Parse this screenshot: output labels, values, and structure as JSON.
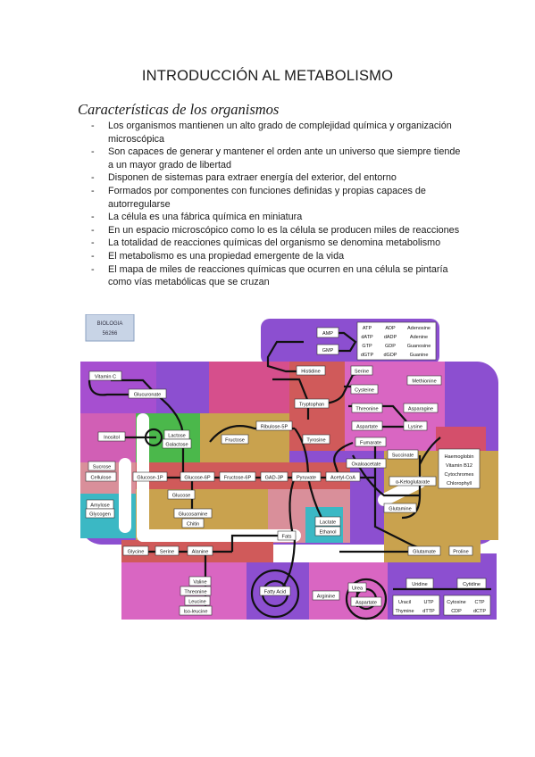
{
  "title": "INTRODUCCIÓN AL METABOLISMO",
  "section_heading": "Características de los organismos",
  "bullets": [
    "Los organismos mantienen un alto grado de complejidad química y organización microscópica",
    "Son capaces de generar y mantener el orden ante un universo que siempre tiende a un mayor grado de libertad",
    "Disponen de sistemas para extraer energía del exterior, del entorno",
    "Formados por componentes con funciones definidas y propias capaces de autorregularse",
    "La célula es una fábrica química en miniatura",
    "En un espacio microscópico como lo es la célula se producen miles de reacciones",
    "La totalidad de reacciones químicas del organismo se denomina metabolismo",
    "El metabolismo es una propiedad emergente de la vida",
    "El mapa de miles de reacciones químicas que ocurren en una célula se pintaría como vías metabólicas que se cruzan"
  ],
  "metabolic_map": {
    "stamp": {
      "line1": "BIOLOGIA",
      "line2": "56266"
    },
    "nucleotides": {
      "amp": "AMP",
      "gmp": "GMP",
      "table": [
        [
          "ATP",
          "ADP",
          "Adenosine"
        ],
        [
          "dATP",
          "dADP",
          "Adenine"
        ],
        [
          "GTP",
          "GDP",
          "Guanosine"
        ],
        [
          "dGTP",
          "dGDP",
          "Guanine"
        ]
      ]
    },
    "nodes": {
      "vitamin_c": "Vitamin C",
      "glucuronate": "Glucuronate",
      "inositol": "Inositol",
      "lactose": "Lactose",
      "galactose": "Galactose",
      "fructose": "Fructose",
      "ribulose_5p": "Ribulose-5P",
      "histidine": "Histidine",
      "tryptophan": "Tryptophan",
      "tyrosine": "Tyrosine",
      "serine_top": "Serine",
      "methionine": "Methionine",
      "cysteine": "Cysteine",
      "threonine_top": "Threonine",
      "asparagine": "Asparagine",
      "aspartate_top": "Aspartate",
      "lysine": "Lysine",
      "fumarate": "Fumarate",
      "succinate": "Succinate",
      "oxaloacetate": "Oxaloacetate",
      "a_ketoglutarate": "α-Ketoglutarate",
      "sucrose": "Sucrose",
      "cellulose": "Cellulose",
      "glucose_1p": "Glucose-1P",
      "glucose_6p": "Glucose-6P",
      "fructose_6p": "Fructose-6P",
      "gad_3p": "GAD-3P",
      "pyruvate": "Pyruvate",
      "acetyl_coa": "Acetyl-CoA",
      "glucose": "Glucose",
      "amylose": "Amylose",
      "glycogen": "Glycogen",
      "glucosamine": "Glucosamine",
      "chitin": "Chitin",
      "lactate": "Lactate",
      "ethanol": "Ethanol",
      "glutamine": "Glutamine",
      "fats": "Fats",
      "glycine": "Glycine",
      "serine_bottom": "Serine",
      "alanine": "Alanine",
      "glutamate": "Glutamate",
      "proline": "Proline",
      "valine": "Valine",
      "threonine_bottom": "Threonine",
      "leucine": "Leucine",
      "iso_leucine": "Iso-leucine",
      "fatty_acid": "Fatty Acid",
      "arginine": "Arginine",
      "urea": "Urea",
      "aspartate_bottom": "Aspartate"
    },
    "heme": [
      "Haemoglobin",
      "Vitamin B12",
      "Cytochromes",
      "Chlorophyll"
    ],
    "pyrimidines": {
      "uridine": "Uridine",
      "cytidine": "Cytidine",
      "left": [
        [
          "Uracil",
          "UTP"
        ],
        [
          "Thymine",
          "dTTP"
        ]
      ],
      "right": [
        [
          "Cytosine",
          "CTP"
        ],
        [
          "CDP",
          "dCTP"
        ]
      ]
    }
  }
}
